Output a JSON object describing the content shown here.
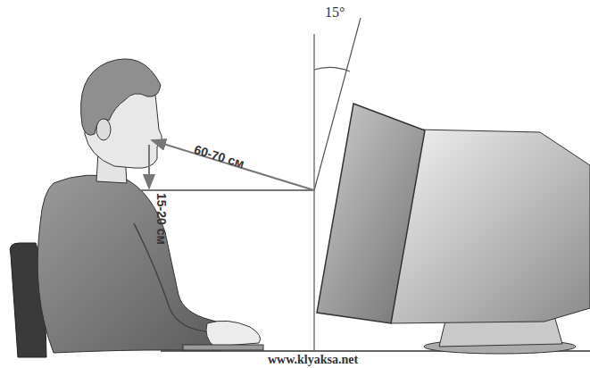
{
  "diagram": {
    "labels": [
      "15°",
      "60-70 см",
      "15-20 см",
      "www.klyaksa.net"
    ]
  }
}
